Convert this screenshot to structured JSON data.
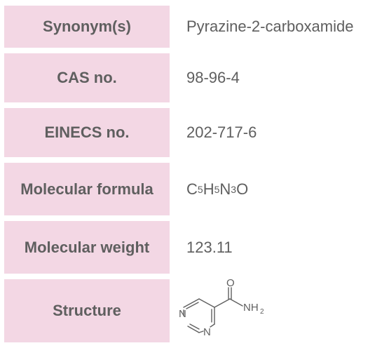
{
  "rows": [
    {
      "label": "Synonym(s)",
      "value": "Pyrazine-2-carboxamide"
    },
    {
      "label": "CAS no.",
      "value": "98-96-4"
    },
    {
      "label": "EINECS no.",
      "value": "202-717-6"
    },
    {
      "label": "Molecular formula",
      "value_parts": [
        "C",
        "5",
        "H",
        "5",
        "N",
        "3",
        "O"
      ]
    },
    {
      "label": "Molecular weight",
      "value": "123.11"
    },
    {
      "label": "Structure",
      "atoms": {
        "O": "O",
        "N1": "N",
        "N2": "N",
        "NH": "NH",
        "sub2": "2"
      }
    }
  ],
  "colors": {
    "label_bg": "#f3d7e4",
    "text": "#5f5f5f"
  }
}
